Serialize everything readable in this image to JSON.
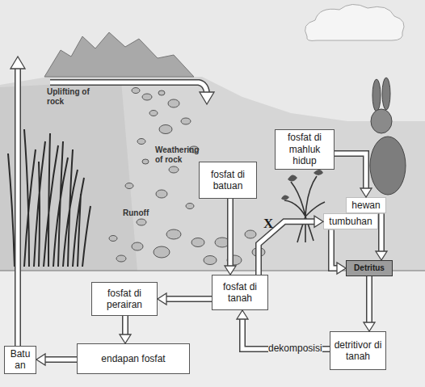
{
  "diagram": {
    "nodes": [
      {
        "text": [
          "fosfat di mahluk hidup"
        ]
      },
      {
        "text": [
          "fosfat di batuan"
        ]
      },
      {
        "text": [
          "hewan"
        ]
      },
      {
        "text": [
          "tumbuhan"
        ]
      },
      {
        "text": [
          "Detritus"
        ]
      },
      {
        "text": [
          "fosfat di perairan"
        ]
      },
      {
        "text": [
          "fosfat di tanah"
        ]
      },
      {
        "text": [
          "Batu an"
        ]
      },
      {
        "text": [
          "endapan fosfat"
        ]
      },
      {
        "text": [
          "detritivor di tanah"
        ]
      }
    ],
    "edges": [
      {
        "from": 0,
        "to": 2,
        "arrow": "to"
      },
      {
        "from": 1,
        "to": 6,
        "arrow": "to"
      },
      {
        "from": 6,
        "to": 3,
        "label": "X",
        "arrow": "to"
      },
      {
        "from": 3,
        "to": 4,
        "arrow": "to"
      },
      {
        "from": 2,
        "to": 4,
        "arrow": "to"
      },
      {
        "from": 4,
        "to": 9,
        "arrow": "to"
      },
      {
        "from": 9,
        "to": 6,
        "label": "dekomposisi",
        "arrow": "to"
      },
      {
        "from": 6,
        "to": 5,
        "arrow": "to"
      },
      {
        "from": 5,
        "to": 8,
        "arrow": "to"
      },
      {
        "from": 8,
        "to": 7,
        "arrow": "to"
      }
    ],
    "labels": [
      "Uplifting of rock",
      "Weathering of rock",
      "Runoff"
    ]
  }
}
